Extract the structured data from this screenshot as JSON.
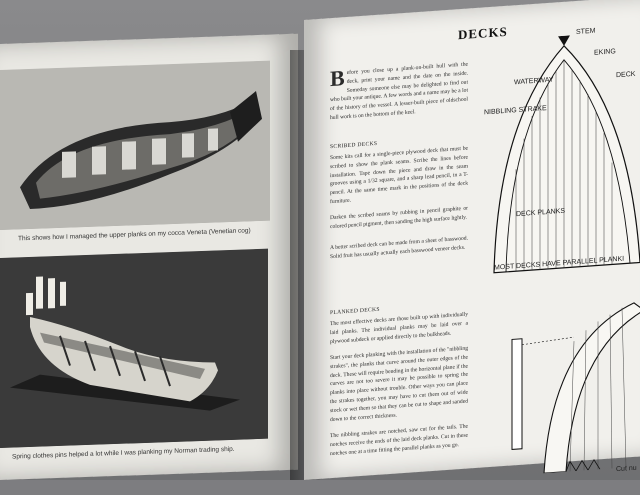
{
  "left_page": {
    "caption_top": "This shows how I managed the upper planks on my cocca Veneta (Venetian cog)",
    "caption_bottom": "Spring clothes pins helped a lot while I was planking my Norman trading ship."
  },
  "right_page": {
    "title": "DECKS",
    "intro_drop": "B",
    "intro": "efore you close up a plank-on-built hull with the deck, print your name and the date on the inside. Someday someone else may be delighted to find out who built your antique. A few words and a name may be a lot of the history of the vessel. A lesser-built piece of oldschool hull work is on the bottom of the keel.",
    "scribed_heading": "SCRIBED DECKS",
    "scribed_p1": "Some kits call for a single-piece plywood deck that must be scribed to show the plank seams. Scribe the lines before installation. Tape down the piece and draw in the seam grooves using a 1/32 square, and a sharp lead pencil, in a T-pencil. At the same time mark in the positions of the deck furniture.",
    "scribed_p2": "Darken the scribed seams by rubbing in pencil graphite or colored pencil pigment, then sanding the high surface lightly.",
    "scribed_p3": "A better scribed deck can be made from a sheet of basswood. Solid fruit has usually actually each basswood veneer decks.",
    "planked_heading": "PLANKED DECKS",
    "planked_p1": "The most effective decks are those built up with individually laid planks. The individual planks may be laid over a plywood subdeck or applied directly to the bulkheads.",
    "planked_p2": "Start your deck planking with the installation of the \"nibbling strakes\", the planks that curve around the outer edges of the deck. These will require bending in the horizontal plane if the curves are not too severe it may be possible to spring the planks into place without trouble. Other ways you can place the strakes together, you may have to cut them out of wide stock or wet them so that they can be cut to shape and sanded down to the correct thickness.",
    "planked_p3": "The nibbling strakes are notched, saw cut for the tails. The notches receive the ends of the laid deck planks. Cut in these notches one at a time fitting the parallel planks as you go.",
    "diagram_labels": {
      "stem": "STEM",
      "eking": "EKING",
      "waterway": "WATERWAY",
      "deck": "DECK",
      "nibbling_strake": "NIBBLING STRAKE",
      "deck_planks": "DECK PLANKS"
    },
    "diagram_caption": "MOST DECKS HAVE PARALLEL PLANKI",
    "bottom_label": "Cut nu"
  }
}
